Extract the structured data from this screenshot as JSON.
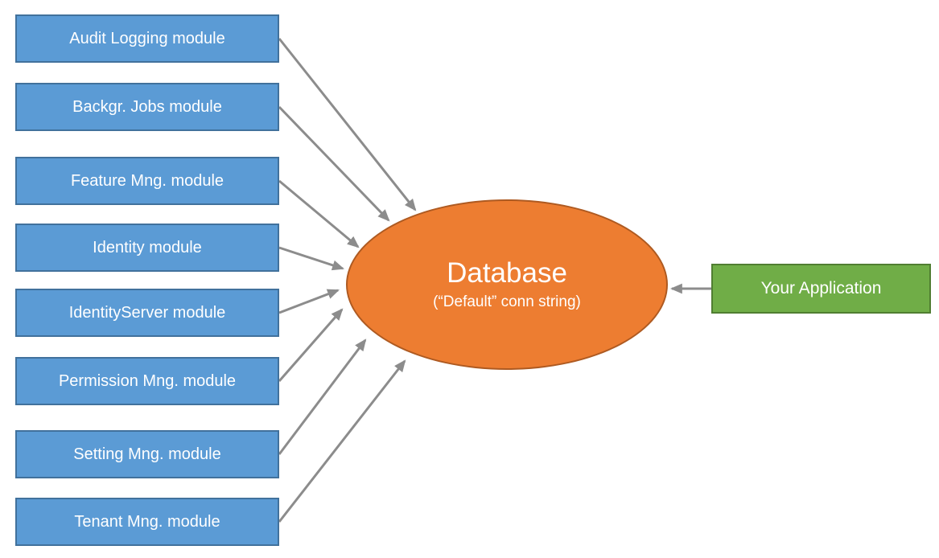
{
  "diagram": {
    "modules": [
      {
        "label": "Audit Logging module"
      },
      {
        "label": "Backgr. Jobs module"
      },
      {
        "label": "Feature Mng. module"
      },
      {
        "label": "Identity module"
      },
      {
        "label": "IdentityServer module"
      },
      {
        "label": "Permission Mng. module"
      },
      {
        "label": "Setting Mng. module"
      },
      {
        "label": "Tenant Mng. module"
      }
    ],
    "database": {
      "title": "Database",
      "subtitle": "(“Default” conn string)"
    },
    "application": {
      "label": "Your Application"
    },
    "colors": {
      "background": "#FFFFFF",
      "module_fill": "#5B9BD5",
      "module_border": "#41719C",
      "database_fill": "#ED7D31",
      "database_border": "#AE5A21",
      "application_fill": "#70AD47",
      "application_border": "#507E32",
      "arrow": "#8C8C8C",
      "node_text": "#FFFFFF"
    }
  }
}
